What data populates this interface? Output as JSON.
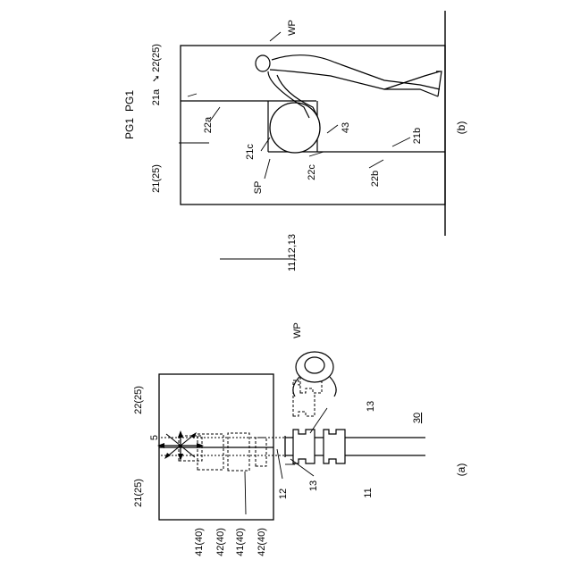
{
  "figure_a": {
    "panel_label": "(a)",
    "pg1": "PG1",
    "block_21": "21(25)",
    "block_22": "22(25)",
    "ref_5": "5",
    "ref_wp": "WP",
    "ref_30": "30",
    "ref_12": "12",
    "ref_13_lower": "13",
    "ref_11": "11",
    "ref_13_upper": "13",
    "ref_41_first": "41(40)",
    "ref_42_first": "42(40)",
    "ref_41_second": "41(40)",
    "ref_42_second": "42(40)"
  },
  "figure_b": {
    "panel_label": "(b)",
    "pg1": "PG1",
    "ref_21a": "21a",
    "arrow": "➘",
    "block_22": "22(25)",
    "block_21": "21(25)",
    "ref_wp": "WP",
    "ref_22a": "22a",
    "ref_21c": "21c",
    "ref_sp": "SP",
    "ref_11_12_13": "11,12,13",
    "ref_22c": "22c",
    "ref_43": "43",
    "ref_21b": "21b",
    "ref_22b": "22b"
  }
}
